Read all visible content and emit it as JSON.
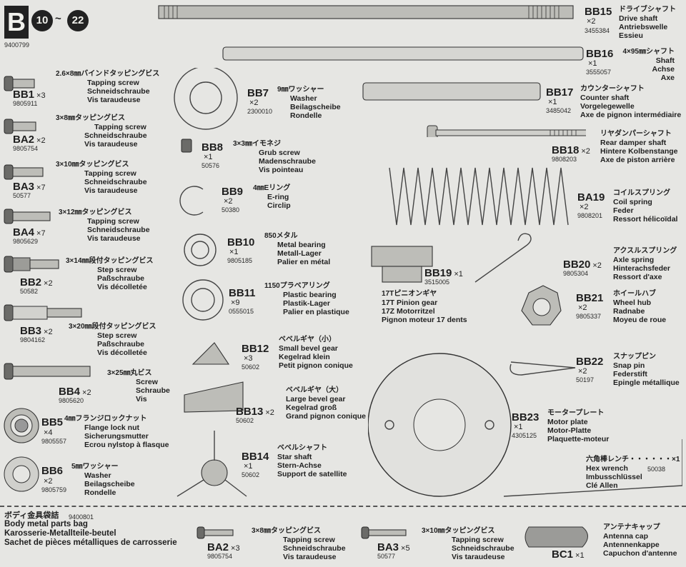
{
  "header": {
    "bag_letter": "B",
    "range_start": "10",
    "range_sep": "~",
    "range_end": "22",
    "bag_number": "9400799"
  },
  "parts": {
    "BB1": {
      "code": "BB1",
      "qty": "×3",
      "part_no": "9805911",
      "jp": "2.6×8㎜バインドタッピングビス",
      "en": "Tapping screw",
      "de": "Schneidschraube",
      "fr": "Vis taraudeuse"
    },
    "BA2": {
      "code": "BA2",
      "qty": "×2",
      "part_no": "9805754",
      "jp": "3×8㎜タッピングビス",
      "en": "Tapping screw",
      "de": "Schneidschraube",
      "fr": "Vis taraudeuse"
    },
    "BA3": {
      "code": "BA3",
      "qty": "×7",
      "part_no": "50577",
      "jp": "3×10㎜タッピングビス",
      "en": "Tapping screw",
      "de": "Schneidschraube",
      "fr": "Vis taraudeuse"
    },
    "BA4": {
      "code": "BA4",
      "qty": "×7",
      "part_no": "9805629",
      "jp": "3×12㎜タッピングビス",
      "en": "Tapping screw",
      "de": "Schneidschraube",
      "fr": "Vis taraudeuse"
    },
    "BB2": {
      "code": "BB2",
      "qty": "×2",
      "part_no": "50582",
      "jp": "3×14㎜段付タッピングビス",
      "en": "Step screw",
      "de": "Paßschraube",
      "fr": "Vis décolletée"
    },
    "BB3": {
      "code": "BB3",
      "qty": "×2",
      "part_no": "9804162",
      "jp": "3×20㎜段付タッピングビス",
      "en": "Step screw",
      "de": "Paßschraube",
      "fr": "Vis décolletée"
    },
    "BB4": {
      "code": "BB4",
      "qty": "×2",
      "part_no": "9805620",
      "jp": "3×25㎜丸ビス",
      "en": "Screw",
      "de": "Schraube",
      "fr": "Vis"
    },
    "BB5": {
      "code": "BB5",
      "qty": "×4",
      "part_no": "9805557",
      "jp": "4㎜フランジロックナット",
      "en": "Flange lock nut",
      "de": "Sicherungsmutter",
      "fr": "Ecrou nylstop à flasque"
    },
    "BB6": {
      "code": "BB6",
      "qty": "×2",
      "part_no": "9805759",
      "jp": "5㎜ワッシャー",
      "en": "Washer",
      "de": "Beilagscheibe",
      "fr": "Rondelle"
    },
    "BB7": {
      "code": "BB7",
      "qty": "×2",
      "part_no": "2300010",
      "jp": "9㎜ワッシャー",
      "en": "Washer",
      "de": "Beilagscheibe",
      "fr": "Rondelle"
    },
    "BB8": {
      "code": "BB8",
      "qty": "×1",
      "part_no": "50576",
      "jp": "3×3㎜イモネジ",
      "en": "Grub screw",
      "de": "Madenschraube",
      "fr": "Vis pointeau"
    },
    "BB9": {
      "code": "BB9",
      "qty": "×2",
      "part_no": "50380",
      "jp": "4㎜Eリング",
      "en": "E-ring",
      "de": "Circlip",
      "fr": ""
    },
    "BB10": {
      "code": "BB10",
      "qty": "×1",
      "part_no": "9805185",
      "jp": "850メタル",
      "en": "Metal bearing",
      "de": "Metall-Lager",
      "fr": "Palier en métal"
    },
    "BB11": {
      "code": "BB11",
      "qty": "×9",
      "part_no": "0555015",
      "jp": "1150プラベアリング",
      "en": "Plastic bearing",
      "de": "Plastik-Lager",
      "fr": "Palier en plastique"
    },
    "BB12": {
      "code": "BB12",
      "qty": "×3",
      "part_no": "50602",
      "jp": "ベベルギヤ（小）",
      "en": "Small bevel gear",
      "de": "Kegelrad klein",
      "fr": "Petit pignon conique"
    },
    "BB13": {
      "code": "BB13",
      "qty": "×2",
      "part_no": "50602",
      "jp": "ベベルギヤ（大）",
      "en": "Large bevel gear",
      "de": "Kegelrad groß",
      "fr": "Grand pignon conique"
    },
    "BB14": {
      "code": "BB14",
      "qty": "×1",
      "part_no": "50602",
      "jp": "ベベルシャフト",
      "en": "Star shaft",
      "de": "Stern-Achse",
      "fr": "Support de satellite"
    },
    "BB15": {
      "code": "BB15",
      "qty": "×2",
      "part_no": "3455384",
      "jp": "ドライブシャフト",
      "en": "Drive shaft",
      "de": "Antriebswelle",
      "fr": "Essieu"
    },
    "BB16": {
      "code": "BB16",
      "qty": "×1",
      "part_no": "3555057",
      "jp": "4×95㎜シャフト",
      "en": "Shaft",
      "de": "Achse",
      "fr": "Axe"
    },
    "BB17": {
      "code": "BB17",
      "qty": "×1",
      "part_no": "3485042",
      "jp": "カウンターシャフト",
      "en": "Counter shaft",
      "de": "Vorgelegewelle",
      "fr": "Axe de pignon intermédiaire"
    },
    "BB18": {
      "code": "BB18",
      "qty": "×2",
      "part_no": "9808203",
      "jp": "リヤダンパーシャフト",
      "en": "Rear damper shaft",
      "de": "Hintere Kolbenstange",
      "fr": "Axe de piston arrière"
    },
    "BA19": {
      "code": "BA19",
      "qty": "×2",
      "part_no": "9808201",
      "jp": "コイルスプリング",
      "en": "Coil spring",
      "de": "Feder",
      "fr": "Ressort hélicoïdal"
    },
    "BB19": {
      "code": "BB19",
      "qty": "×1",
      "part_no": "3515005",
      "jp": "17Tピニオンギヤ",
      "en": "17T Pinion gear",
      "de": "17Z Motorritzel",
      "fr": "Pignon moteur 17 dents"
    },
    "BB20": {
      "code": "BB20",
      "qty": "×2",
      "part_no": "9805304",
      "jp": "アクスルスプリング",
      "en": "Axle spring",
      "de": "Hinterachsfeder",
      "fr": "Ressort d'axe"
    },
    "BB21": {
      "code": "BB21",
      "qty": "×2",
      "part_no": "9805337",
      "jp": "ホイールハブ",
      "en": "Wheel hub",
      "de": "Radnabe",
      "fr": "Moyeu de roue"
    },
    "BB22": {
      "code": "BB22",
      "qty": "×2",
      "part_no": "50197",
      "jp": "スナップピン",
      "en": "Snap pin",
      "de": "Federstift",
      "fr": "Epingle métallique"
    },
    "BB23": {
      "code": "BB23",
      "qty": "×1",
      "part_no": "4305125",
      "jp": "モータープレート",
      "en": "Motor plate",
      "de": "Motor-Platte",
      "fr": "Plaquette-moteur"
    },
    "HEX": {
      "jp": "六角棒レンチ・・・・・・×1",
      "part_no": "50038",
      "en": "Hex wrench",
      "de": "Imbusschlüssel",
      "fr": "Clé Allen"
    }
  },
  "body_bag": {
    "jp": "ボディ金具袋詰",
    "bag_no": "9400801",
    "en": "Body metal parts bag",
    "de": "Karosserie-Metallteile-beutel",
    "fr": "Sachet de pièces métalliques de carrosserie",
    "BA2": {
      "code": "BA2",
      "qty": "×3",
      "part_no": "9805754",
      "jp": "3×8㎜タッピングビス",
      "en": "Tapping screw",
      "de": "Schneidschraube",
      "fr": "Vis taraudeuse"
    },
    "BA3": {
      "code": "BA3",
      "qty": "×5",
      "part_no": "50577",
      "jp": "3×10㎜タッピングビス",
      "en": "Tapping screw",
      "de": "Schneidschraube",
      "fr": "Vis taraudeuse"
    },
    "BC1": {
      "code": "BC1",
      "qty": "×1",
      "jp": "アンテナキャップ",
      "en": "Antenna cap",
      "de": "Antennenkappe",
      "fr": "Capuchon d'antenne"
    }
  }
}
